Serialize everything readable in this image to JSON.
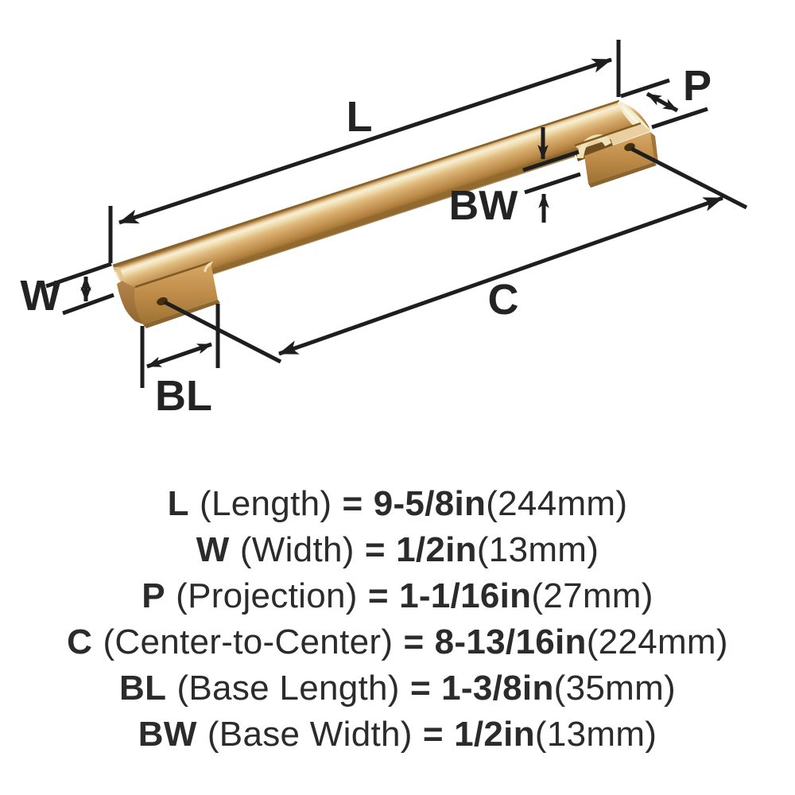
{
  "diagram": {
    "labels": {
      "l": "L",
      "w": "W",
      "p": "P",
      "c": "C",
      "bl": "BL",
      "bw": "BW"
    }
  },
  "specs": [
    {
      "label": "L",
      "name": "(Length)",
      "equals": "=",
      "imperial": "9-5/8in",
      "metric": "(244mm)"
    },
    {
      "label": "W",
      "name": "(Width)",
      "equals": "=",
      "imperial": "1/2in",
      "metric": "(13mm)"
    },
    {
      "label": "P",
      "name": "(Projection)",
      "equals": "=",
      "imperial": "1-1/16in",
      "metric": "(27mm)"
    },
    {
      "label": "C",
      "name": "(Center-to-Center)",
      "equals": "=",
      "imperial": "8-13/16in",
      "metric": "(224mm)"
    },
    {
      "label": "BL",
      "name": "(Base Length)",
      "equals": "=",
      "imperial": "1-3/8in",
      "metric": "(35mm)"
    },
    {
      "label": "BW",
      "name": "(Base Width)",
      "equals": "=",
      "imperial": "1/2in",
      "metric": "(13mm)"
    }
  ],
  "colors": {
    "brass_highlight": "#f8efd6",
    "brass_mid": "#d0a364",
    "brass_dark": "#936a2e",
    "line": "#1e1e1e",
    "text": "#2b2b2b"
  }
}
